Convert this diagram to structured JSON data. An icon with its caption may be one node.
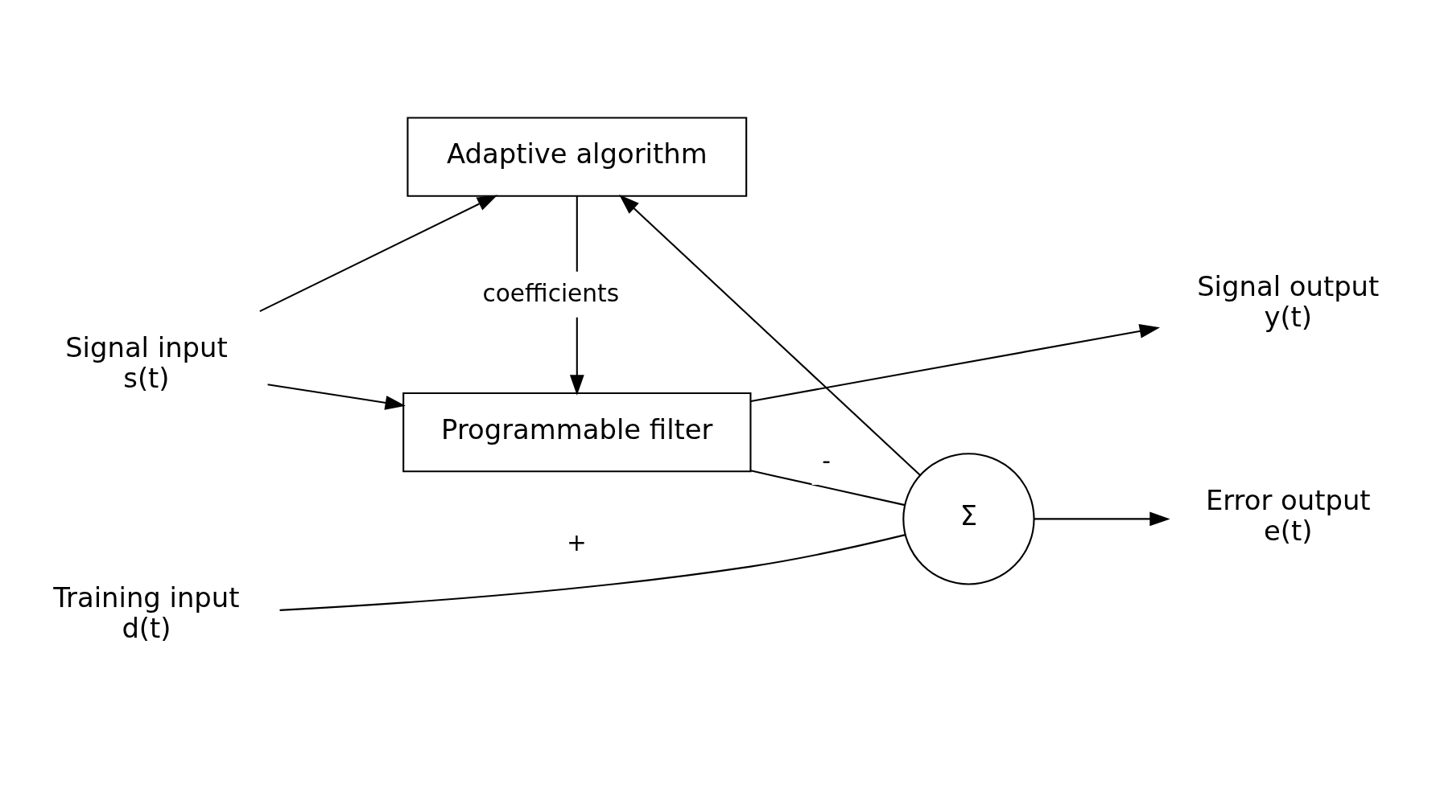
{
  "diagram": {
    "nodes": [
      {
        "text": [
          "Signal input"
        ],
        "beside": [
          "s(t)"
        ]
      },
      {
        "text": [
          "Programmable filter"
        ]
      },
      {
        "text": [
          "Adaptive algorithm"
        ]
      },
      {
        "text": [
          "Σ"
        ]
      },
      {
        "text": [
          "Signal output"
        ],
        "beside": [
          "y(t)"
        ]
      },
      {
        "text": [
          "Error output"
        ],
        "beside": [
          "e(t)"
        ]
      },
      {
        "text": [
          "Training input"
        ],
        "beside": [
          "d(t)"
        ]
      }
    ],
    "edges": [
      {
        "from": 0,
        "to": 1,
        "arrow": "to"
      },
      {
        "from": 0,
        "to": 2,
        "arrow": "to"
      },
      {
        "from": 2,
        "to": 1,
        "arrow": "to",
        "label": "coefficients"
      },
      {
        "from": 1,
        "to": 4,
        "arrow": "to"
      },
      {
        "from": 1,
        "to": 3,
        "arrow": "none",
        "label": "-"
      },
      {
        "from": 3,
        "to": 2,
        "arrow": "to"
      },
      {
        "from": 3,
        "to": 5,
        "arrow": "to"
      },
      {
        "from": 6,
        "to": 3,
        "arrow": "none",
        "label": "+"
      }
    ]
  }
}
